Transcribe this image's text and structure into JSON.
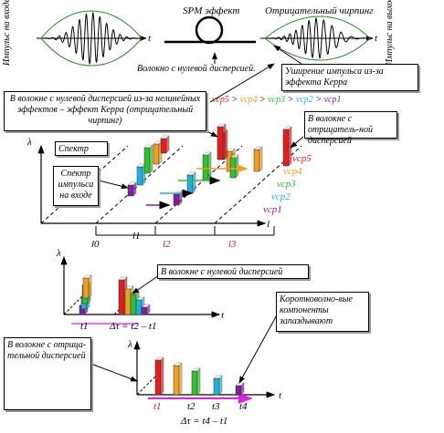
{
  "top": {
    "input_label": "Импульс на входе",
    "output_label": "Импульс на выходе",
    "spm_label": "SPM эффект",
    "negative_chirp_label": "Отрицательный чирпинг",
    "fiber_zero_dispersion": "Волокно с нулевой дисперсией.",
    "kerr_broadening": "Уширение импульса из-за эффекта Керра",
    "t": "t"
  },
  "middle": {
    "callout_zero_disp": "В волокне с нулевой дисперсией из-за нелинейных эффектов – эффект Керра (отрицательный чирпинг)",
    "callout_negative_disp": "В волокне с отрицатель-ной дисперсией",
    "spectrum_label": "Спектр",
    "input_spectrum_label": "Спектр импульса на входе",
    "lambda": "λ",
    "l": "l",
    "l0": "l0",
    "l1": "l1",
    "l2": "l2",
    "l3": "l3",
    "nu_order": "νср5 > νср4 > νср3 > νср2 > νср1",
    "nu5": "νср5",
    "nu4": "νср4",
    "nu3": "νср3",
    "nu2": "νср2",
    "nu1": "νср1"
  },
  "lower": {
    "zero_disp_label": "В волокне с нулевой дисперсией",
    "short_wave_delay": "Коротковолно-вые компоненты запаздывают",
    "negative_disp_label": "В волокне с отрица-тельной дисперсией",
    "lambda": "λ",
    "t": "t",
    "t1": "t1",
    "t2": "t2",
    "t3": "t3",
    "t4": "t4",
    "dt1": "Δτ = t2 – t1",
    "dt2": "Δτ = t4 – t1"
  },
  "colors": {
    "red": "#e02020",
    "orange": "#f0a020",
    "green": "#30c030",
    "cyan": "#20b0e0",
    "purple": "#8020a0",
    "magenta": "#e020e0"
  }
}
